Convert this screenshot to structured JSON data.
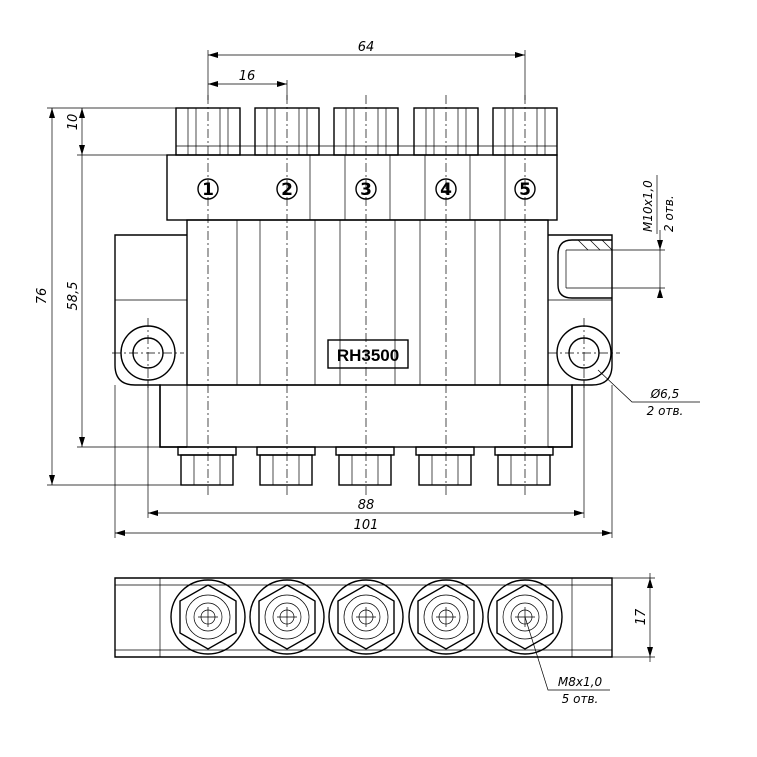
{
  "model_label": "RH3500",
  "ports": [
    "1",
    "2",
    "3",
    "4",
    "5"
  ],
  "dimensions": {
    "pitch_total": "64",
    "pitch": "16",
    "height_total": "76",
    "height_top": "10",
    "height_body": "58,5",
    "width_holes": "88",
    "width_total": "101",
    "depth": "17"
  },
  "callouts": {
    "side_thread": {
      "line1": "M10x1,0",
      "line2": "2 отв."
    },
    "mount_hole": {
      "line1": "Ø6,5",
      "line2": "2 отв."
    },
    "outlet_thread": {
      "line1": "M8x1,0",
      "line2": "5 отв."
    }
  }
}
